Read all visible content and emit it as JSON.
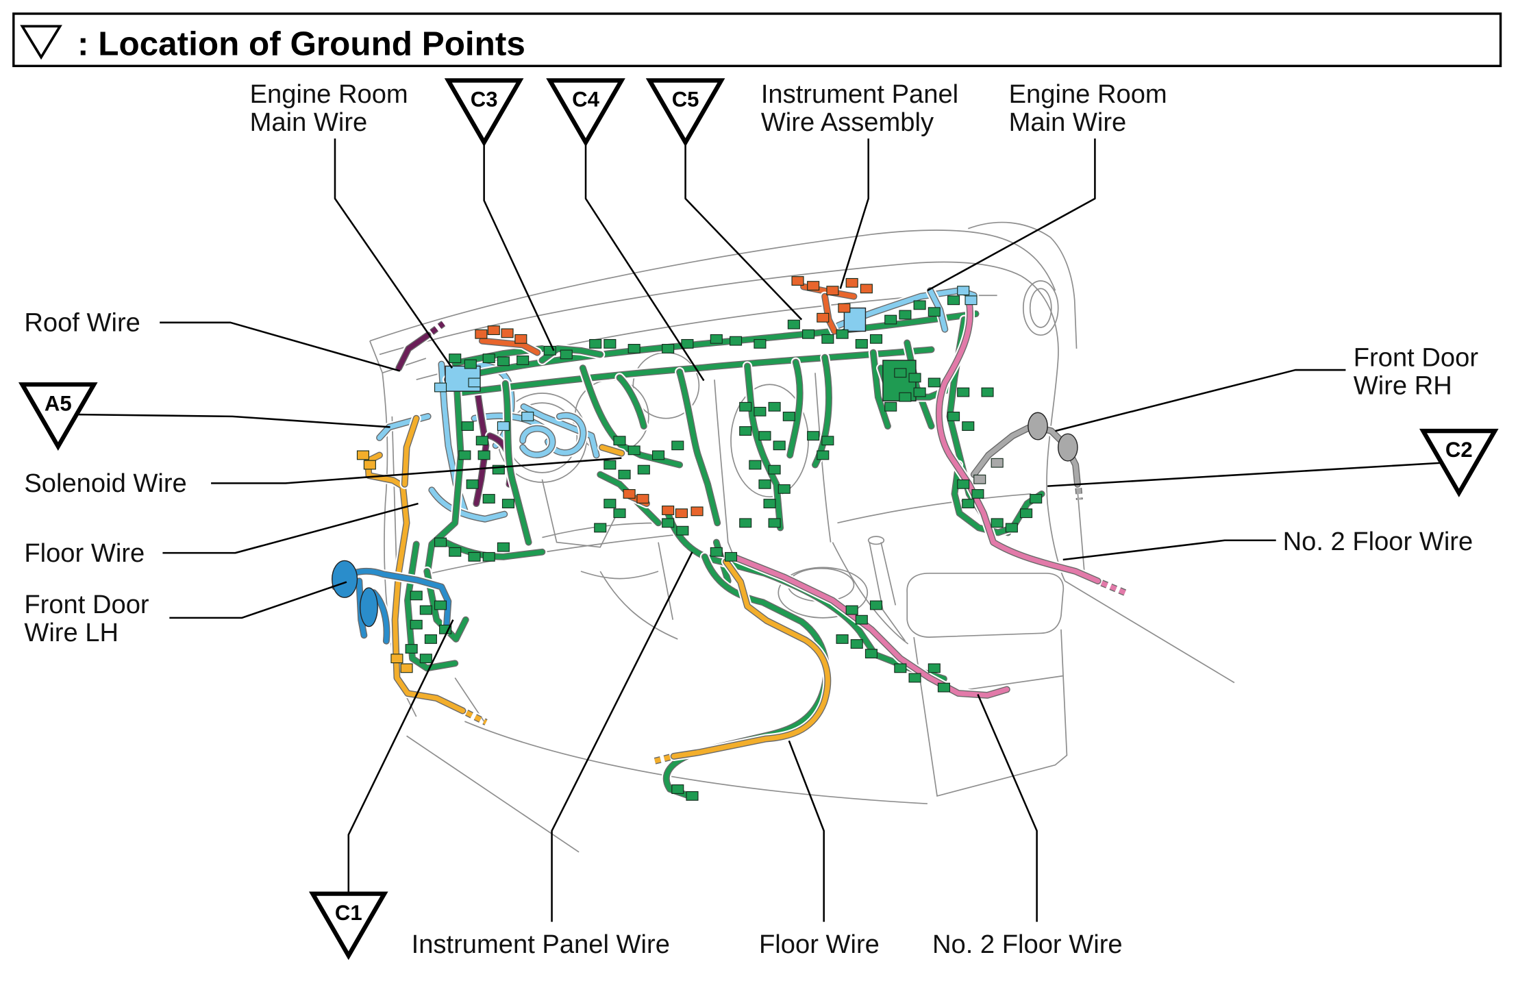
{
  "title": {
    "icon": "ground-point-triangle-icon",
    "text": ": Location of Ground Points"
  },
  "ground_points": {
    "c3": "C3",
    "c4": "C4",
    "c5": "C5",
    "a5": "A5",
    "c2": "C2",
    "c1": "C1"
  },
  "labels": {
    "engine_room_main_wire_left": [
      "Engine Room",
      "Main Wire"
    ],
    "instrument_panel_wire_assembly": [
      "Instrument Panel",
      "Wire Assembly"
    ],
    "engine_room_main_wire_right": [
      "Engine Room",
      "Main Wire"
    ],
    "roof_wire": "Roof Wire",
    "solenoid_wire": "Solenoid Wire",
    "floor_wire_left": "Floor Wire",
    "front_door_wire_lh": [
      "Front Door",
      "Wire LH"
    ],
    "front_door_wire_rh": [
      "Front Door",
      "Wire RH"
    ],
    "no2_floor_wire_right": "No. 2 Floor Wire",
    "instrument_panel_wire": "Instrument Panel Wire",
    "floor_wire_bottom": "Floor Wire",
    "no2_floor_wire_bottom": "No. 2 Floor Wire"
  },
  "wire_colors": {
    "green": "#1f9b52",
    "light_blue": "#86cdee",
    "blue": "#2a8dcb",
    "yellow": "#f3ae2b",
    "pink": "#e27aa9",
    "purple": "#6b1f58",
    "orange": "#e8652c",
    "gray": "#a9a9a9"
  }
}
